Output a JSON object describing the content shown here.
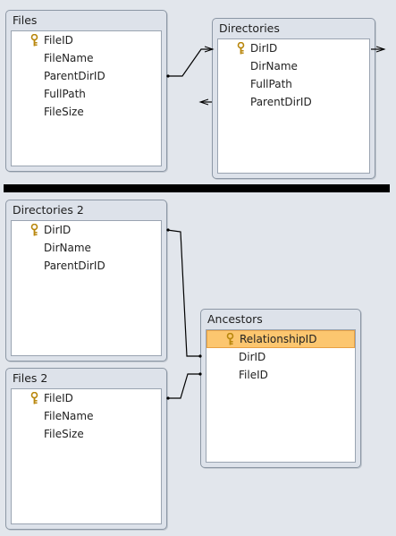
{
  "tables": {
    "files": {
      "title": "Files",
      "fields": [
        "FileID",
        "FileName",
        "ParentDirID",
        "FullPath",
        "FileSize"
      ]
    },
    "directories": {
      "title": "Directories",
      "fields": [
        "DirID",
        "DirName",
        "FullPath",
        "ParentDirID"
      ]
    },
    "directories2": {
      "title": "Directories 2",
      "fields": [
        "DirID",
        "DirName",
        "ParentDirID"
      ]
    },
    "files2": {
      "title": "Files 2",
      "fields": [
        "FileID",
        "FileName",
        "FileSize"
      ]
    },
    "ancestors": {
      "title": "Ancestors",
      "fields": [
        "RelationshipID",
        "DirID",
        "FileID"
      ]
    }
  },
  "colors": {
    "selected_field": "#fcc66f",
    "window_background": "#e2e6ec",
    "key_icon": "#d4a11a"
  },
  "icons": {
    "primary_key": "key-icon"
  }
}
